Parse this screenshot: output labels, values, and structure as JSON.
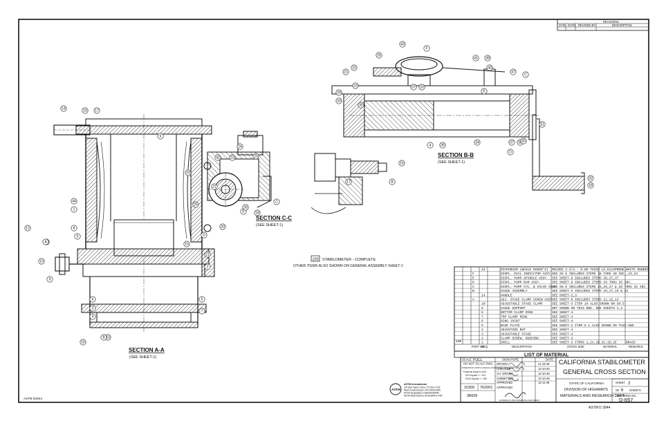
{
  "revisions": {
    "title": "REVISIONS",
    "columns": [
      "SYM",
      "DATE",
      "REVISED BY",
      "DESCRIPTION"
    ]
  },
  "sections": {
    "aa": {
      "title": "SECTION A-A",
      "ref": "(SEE SHEET-1)"
    },
    "bb": {
      "title": "SECTION B-B",
      "ref": "(SEE SHEET-1)"
    },
    "cc": {
      "title": "SECTION C-C",
      "ref": "(SEE SHEET-1)"
    }
  },
  "assembly_note": {
    "item": "100",
    "line1": "STABILOMETER - COMPLETE",
    "line2": "OTHER ITEMS ALSO SHOWN ON GENERAL ASSEMBLY SHEET-1"
  },
  "callouts": {
    "aa": [
      "14",
      "15",
      "17",
      "6",
      "44",
      "1",
      "8",
      "5",
      "15",
      "21",
      "2",
      "9",
      "6",
      "3",
      "4",
      "5",
      "7",
      "10",
      "16",
      "13",
      "11",
      "12",
      "A",
      "B",
      "D"
    ],
    "bb": [
      "43",
      "F",
      "41",
      "38",
      "40",
      "47",
      "22",
      "21",
      "26",
      "19",
      "37",
      "20",
      "29",
      "33",
      "35",
      "E",
      "C",
      "37",
      "36",
      "30",
      "4",
      "35",
      "34",
      "D",
      "31",
      "32",
      "18"
    ],
    "cc": [
      "23",
      "42",
      "24",
      "25",
      "19",
      "21",
      "E",
      "18",
      "C",
      "20",
      "26",
      "25"
    ],
    "detail": [
      "16",
      "17",
      "B"
    ]
  },
  "materials": {
    "title": "LIST OF MATERIAL",
    "header": [
      "PART NO.",
      "REQ",
      "DESCRIPTION",
      "STOCK SIZE",
      "MATERIAL",
      "REMARKS"
    ],
    "rows": [
      {
        "sym": "",
        "no": "44",
        "desc": "DIAPHRAGM (WHILD MAKER'S)",
        "stock": "MOLDED 4 3/4 - 0.08 THICK LG.KILOPRENE",
        "mat": "WHITE RUBBER"
      },
      {
        "sym": "F",
        "no": "",
        "desc": "DISPL. DIAL INDICATOR ASSY.",
        "stock": "SEE SH.6 INCLUDES ITEMS 38 THRU 40 INC.,23,34",
        "mat": ""
      },
      {
        "sym": "E",
        "no": "",
        "desc": "DISPL. PUMP SPINDLE ASSY.",
        "stock": "SEE SHEET-6 INCLUDES ITEMS 36,37,37",
        "mat": ""
      },
      {
        "sym": "D",
        "no": "",
        "desc": "DISPL. PUMP RAM ASSY.",
        "stock": "SEE SHEET-6 INCLUDES ITEMS 33 THRU 35 INC.",
        "mat": ""
      },
      {
        "sym": "C",
        "no": "",
        "desc": "DISPL. PUMP CYL. & VALVE ASSY.",
        "stock": "SEE SH.6 INCLUDES ITEMS 25,26,27 & 28 THRU 32 INC.",
        "mat": ""
      },
      {
        "sym": "B",
        "no": "",
        "desc": "GAUGE ASSEMBLY",
        "stock": "SEE SHEET-5 INCLUDES ITEMS 16,17,19 & 42",
        "mat": ""
      },
      {
        "sym": "",
        "no": "14",
        "desc": "HANDLE",
        "stock": "SEE SHEET-2,3",
        "mat": ""
      },
      {
        "sym": "A",
        "no": "",
        "desc": "ADJ. STAGE CLAMP SCREW ASSY.",
        "stock": "SEE SHEET-6 INCLUDES ITEMS 11,12,13",
        "mat": ""
      },
      {
        "sym": "",
        "no": "10",
        "desc": "ADJUSTABLE STAGE CLAMP",
        "stock": "SEE SHEET-3 ITEM 10 ALSO SHOWN ON SH.5",
        "mat": ""
      },
      {
        "sym": "",
        "no": "9",
        "desc": "GAUGE SUPPORT",
        "stock": "NOT SHOWN ON THIS DWG. SEE SHEETS 1,3",
        "mat": ""
      },
      {
        "sym": "",
        "no": "8",
        "desc": "BOTTOM CLAMP RING",
        "stock": "SEE SHEET-4",
        "mat": ""
      },
      {
        "sym": "",
        "no": "7",
        "desc": "TOP CLAMP RING",
        "stock": "SEE SHEET-4",
        "mat": ""
      },
      {
        "sym": "",
        "no": "6",
        "desc": "RING JOINT",
        "stock": "SEE SHEET-4",
        "mat": ""
      },
      {
        "sym": "",
        "no": "5",
        "desc": "BASE PLATE",
        "stock": "SEE SHEET-4 ITEM 5.1 ALSO SHOWN ON THIS DWG.",
        "mat": ""
      },
      {
        "sym": "",
        "no": "4",
        "desc": "ADJUSTING NUT",
        "stock": "SEE SHEET-4",
        "mat": ""
      },
      {
        "sym": "",
        "no": "3",
        "desc": "ADJUSTABLE STAGE",
        "stock": "SEE SHEET-4",
        "mat": ""
      },
      {
        "sym": "",
        "no": "2",
        "desc": "CLAMP SCREW, BUSHING",
        "stock": "SEE SHEET-3",
        "mat": ""
      },
      {
        "sym": "",
        "no": "1",
        "desc": "SHELL",
        "stock": "SEE SHEET-3 ITEMS 1,1A,1B,1C,1D,1E",
        "mat": "BRASS"
      }
    ],
    "assembly_no": "100"
  },
  "title_block": {
    "scale_label": "SCALE",
    "scale": "FULL",
    "do_not_scale": "DO NOT SCALE DWG.",
    "dims": "DIMENSION LIMITS UNLESS OTHERWISE SPECIFIED ARE",
    "fractions": "Fractions Equal to 1/64",
    "decimals_1": ".XXX Equals +/- .010",
    "decimals_2": ".XXXX Equals +/- .005",
    "signature_hdr": "SIGNATURE",
    "date_hdr": "DATE",
    "drawn": "DRAWN",
    "checked": "CHECKED",
    "ch_drftm": "CH. DRFTM.",
    "submitted": "SUBMITTED",
    "approved": "APPROVED",
    "date1": "11-15-46",
    "date2": "12-10-46",
    "date3": "12-10-46",
    "date4": "12-10-46",
    "date5": "12-11-46",
    "num1": "15300",
    "num2": "762001",
    "num3": "38939",
    "approved_label": "APPROVED",
    "research_note": "MATERIALS AND RESEARCH ENGINEER",
    "title1": "CALIFORNIA STABILOMETER",
    "title2": "GENERAL CROSS SECTION",
    "state": "STATE OF CALIFORNIA",
    "division": "DIVISION OF HIGHWAYS",
    "dept": "MATERIALS AND RESEARCH DEPT.",
    "sheet_label": "SHEET",
    "sheet": "2",
    "of_label": "OF",
    "of": "6",
    "sheets": "SHEETS",
    "dwg_no_label": "DRAWING NO.",
    "dwg_no": "D-657"
  },
  "astm": {
    "name": "ASTM International",
    "line1": "100 Barr Harbor Drive, PO Box C700",
    "line2": "West Conshohocken, PA 19428-2959",
    "line3": "ASTM Designation: D2844/D2844M",
    "line4": "ASTM Book Section: ADJD2844-E-PDF"
  },
  "footer": {
    "left_code": "ASTM D2844",
    "bottom_right": "ASTM D 2844"
  }
}
